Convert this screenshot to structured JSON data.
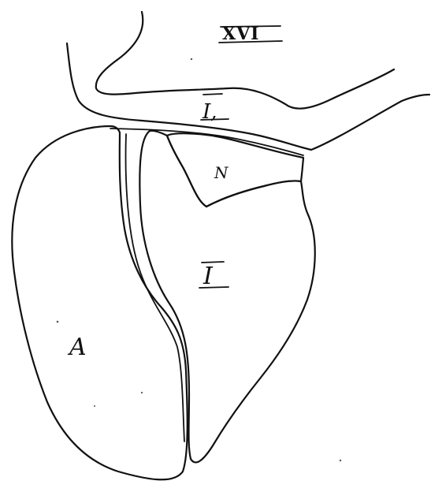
{
  "figure": {
    "number": "XVI"
  },
  "regions": {
    "upper": {
      "label": "I,",
      "name": "region-i1"
    },
    "nucleus": {
      "label": "N",
      "name": "region-n"
    },
    "middle": {
      "label": "I",
      "name": "region-i"
    },
    "large": {
      "label": "A",
      "name": "region-a"
    }
  },
  "colors": {
    "ink": "#111111",
    "paper": "#ffffff"
  }
}
